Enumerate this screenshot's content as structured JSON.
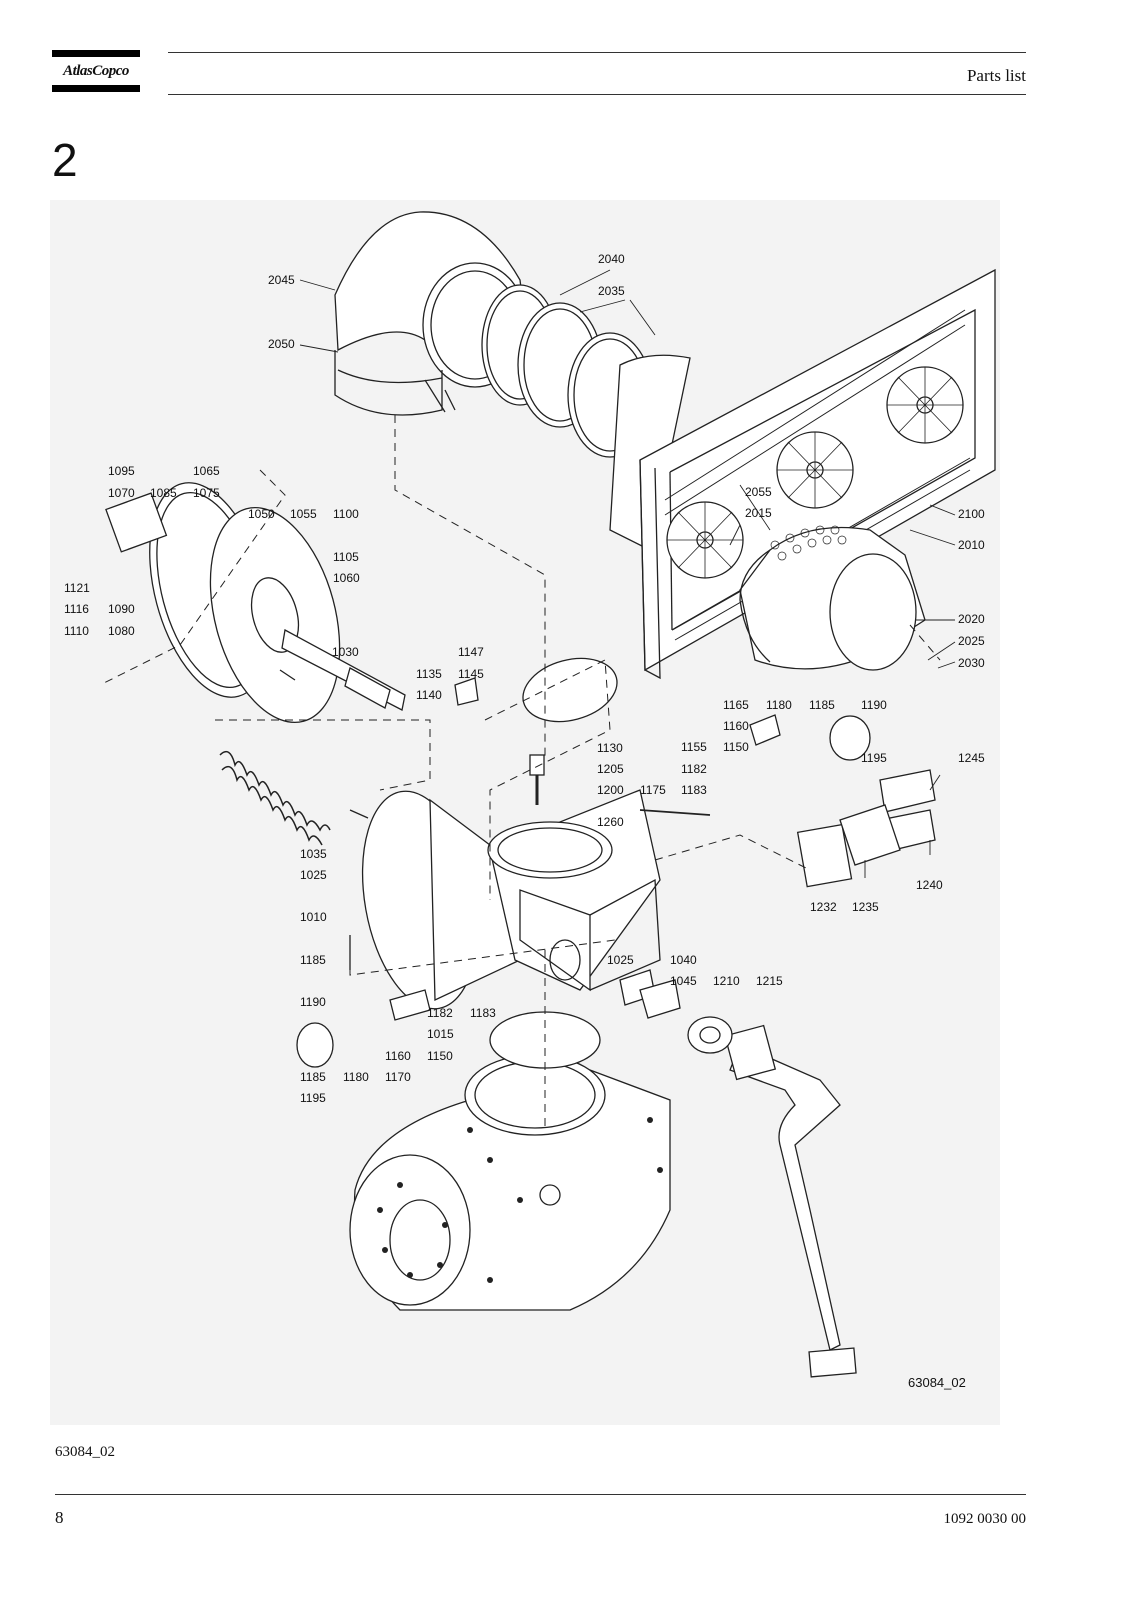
{
  "header": {
    "brand": "AtlasCopco",
    "title": "Parts list"
  },
  "section": {
    "number": "2"
  },
  "figure": {
    "code": "63084_02",
    "callouts": [
      {
        "label": "2045"
      },
      {
        "label": "2050"
      },
      {
        "label": "2040"
      },
      {
        "label": "2035"
      },
      {
        "label": "1095"
      },
      {
        "label": "1070"
      },
      {
        "label": "1085"
      },
      {
        "label": "1065"
      },
      {
        "label": "1075"
      },
      {
        "label": "1050"
      },
      {
        "label": "1055"
      },
      {
        "label": "1100"
      },
      {
        "label": "1105"
      },
      {
        "label": "1060"
      },
      {
        "label": "1121"
      },
      {
        "label": "1116"
      },
      {
        "label": "1090"
      },
      {
        "label": "1110"
      },
      {
        "label": "1080"
      },
      {
        "label": "1030"
      },
      {
        "label": "2055"
      },
      {
        "label": "2015"
      },
      {
        "label": "2100"
      },
      {
        "label": "2010"
      },
      {
        "label": "2020"
      },
      {
        "label": "2025"
      },
      {
        "label": "2030"
      },
      {
        "label": "1147"
      },
      {
        "label": "1135"
      },
      {
        "label": "1145"
      },
      {
        "label": "1140"
      },
      {
        "label": "1130"
      },
      {
        "label": "1165"
      },
      {
        "label": "1180"
      },
      {
        "label": "1185"
      },
      {
        "label": "1190"
      },
      {
        "label": "1160"
      },
      {
        "label": "1155"
      },
      {
        "label": "1150"
      },
      {
        "label": "1195"
      },
      {
        "label": "1182"
      },
      {
        "label": "1183"
      },
      {
        "label": "1245"
      },
      {
        "label": "1205"
      },
      {
        "label": "1200"
      },
      {
        "label": "1175"
      },
      {
        "label": "1260"
      },
      {
        "label": "1035"
      },
      {
        "label": "1025"
      },
      {
        "label": "1010"
      },
      {
        "label": "1232"
      },
      {
        "label": "1235"
      },
      {
        "label": "1240"
      },
      {
        "label": "1185"
      },
      {
        "label": "1025"
      },
      {
        "label": "1040"
      },
      {
        "label": "1045"
      },
      {
        "label": "1210"
      },
      {
        "label": "1215"
      },
      {
        "label": "1190"
      },
      {
        "label": "1182"
      },
      {
        "label": "1183"
      },
      {
        "label": "1015"
      },
      {
        "label": "1160"
      },
      {
        "label": "1150"
      },
      {
        "label": "1185"
      },
      {
        "label": "1180"
      },
      {
        "label": "1170"
      },
      {
        "label": "1195"
      }
    ]
  },
  "footer": {
    "caption": "63084_02",
    "page_number": "8",
    "doc_number": "1092 0030 00"
  }
}
